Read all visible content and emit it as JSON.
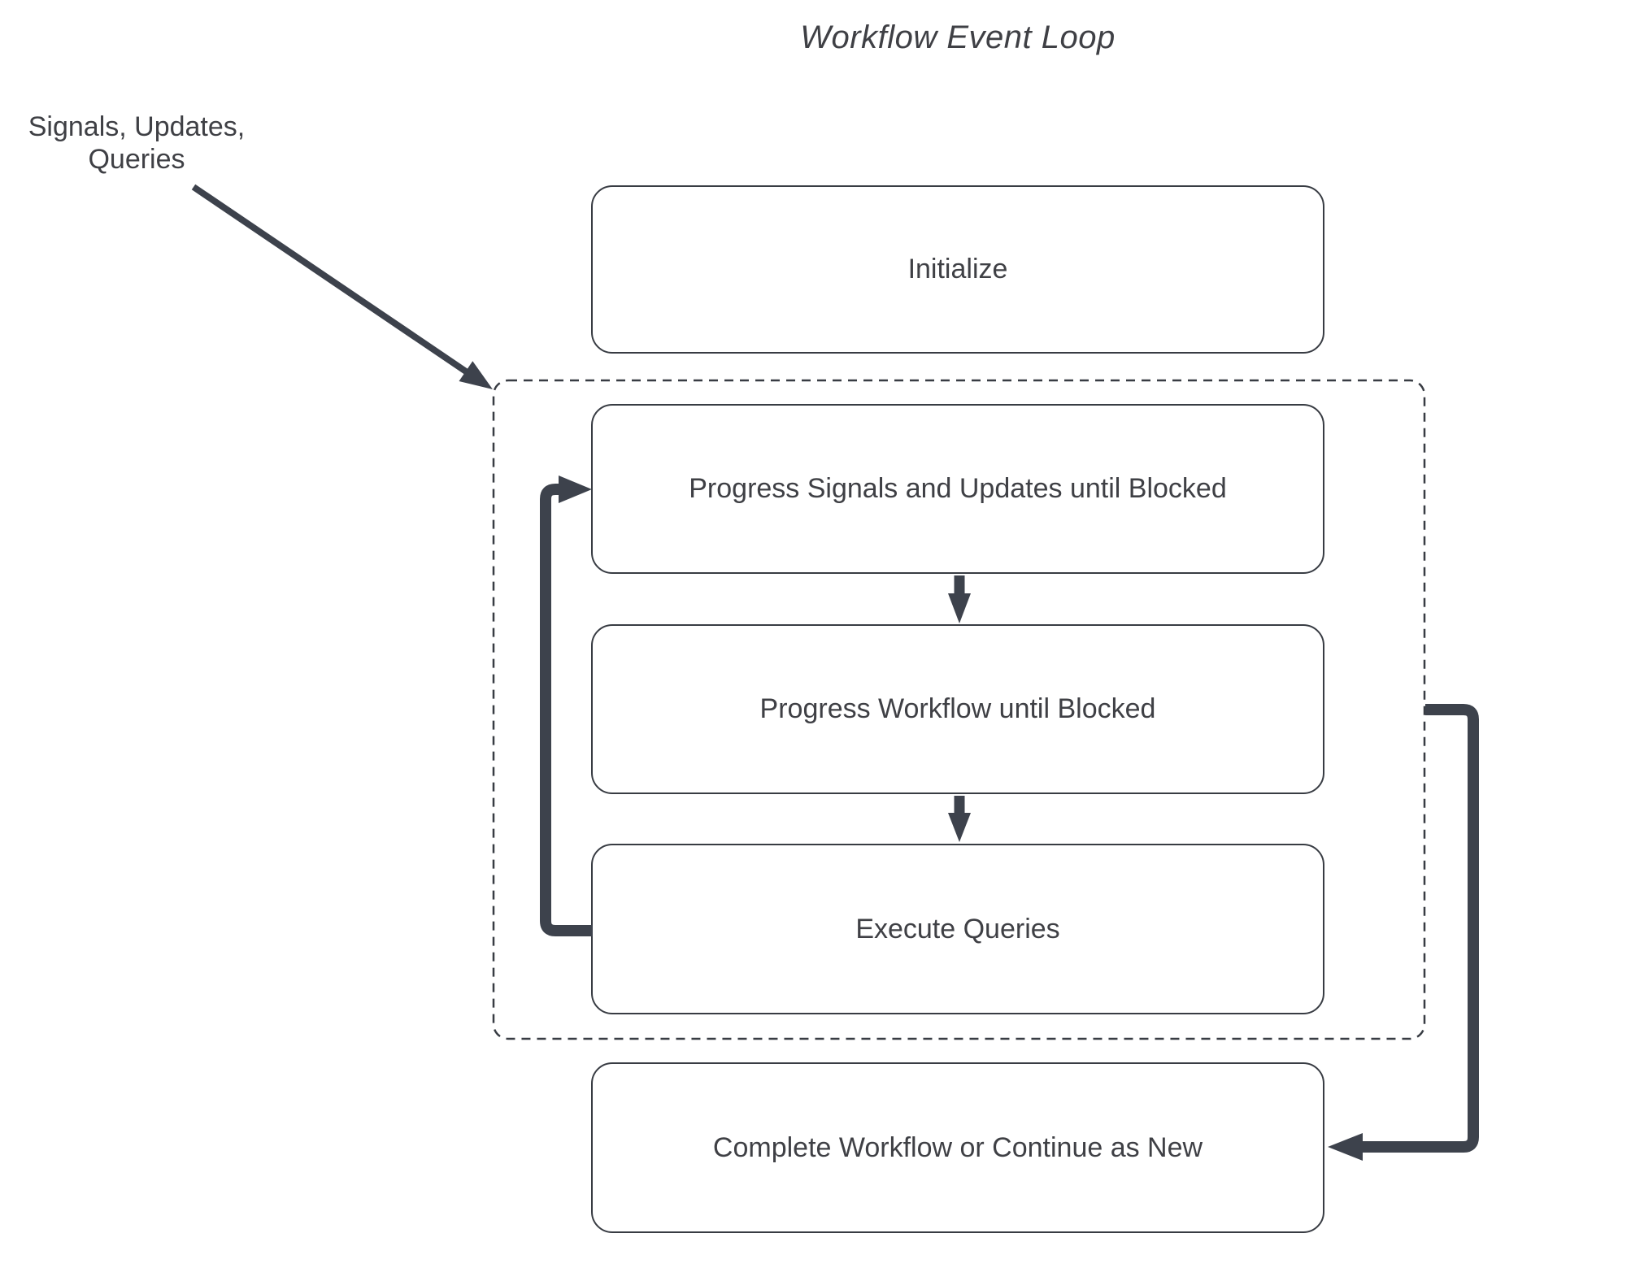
{
  "diagram": {
    "title": "Workflow Event Loop",
    "annotation": {
      "text": "Signals, Updates,\nQueries"
    },
    "nodes": [
      {
        "id": "initialize",
        "label": "Initialize"
      },
      {
        "id": "progress-signals",
        "label": "Progress Signals and Updates until Blocked"
      },
      {
        "id": "progress-workflow",
        "label": "Progress Workflow until Blocked"
      },
      {
        "id": "execute-queries",
        "label": "Execute Queries"
      },
      {
        "id": "complete",
        "label": "Complete Workflow or Continue as New"
      }
    ],
    "colors": {
      "background": "#ffffff",
      "text": "#3f4045",
      "border": "#383c43",
      "line": "#3d424c"
    }
  }
}
